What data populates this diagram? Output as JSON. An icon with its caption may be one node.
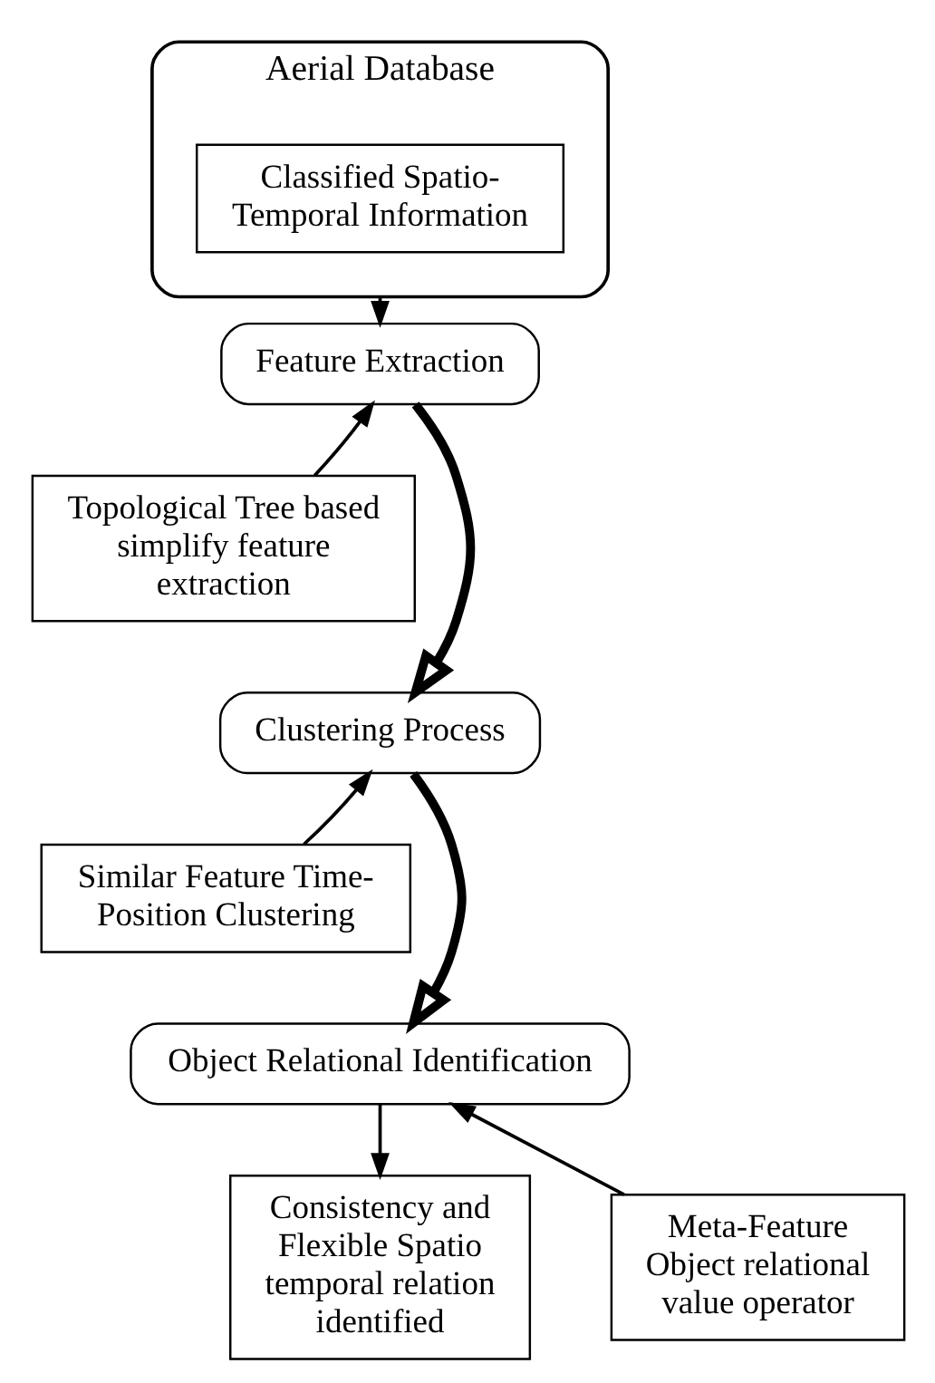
{
  "diagram": {
    "nodes": [
      {
        "text": [
          "Aerial Database"
        ]
      },
      {
        "text": [
          "Classified Spatio-Temporal Information"
        ],
        "in": 0
      },
      {
        "text": [
          "Feature Extraction"
        ]
      },
      {
        "text": [
          "Topological Tree based simplify feature extraction"
        ]
      },
      {
        "text": [
          "Clustering Process"
        ]
      },
      {
        "text": [
          "Similar Feature Time-Position Clustering"
        ]
      },
      {
        "text": [
          "Object Relational Identification"
        ]
      },
      {
        "text": [
          "Consistency and Flexible Spatio temporal relation identified"
        ]
      },
      {
        "text": [
          "Meta-Feature Object relational value operator"
        ]
      }
    ],
    "edges": [
      {
        "from": 0,
        "to": 2,
        "arrow": "to"
      },
      {
        "from": 3,
        "to": 2,
        "arrow": "to"
      },
      {
        "from": 2,
        "to": 4,
        "arrow": "to",
        "style": "thick"
      },
      {
        "from": 5,
        "to": 4,
        "arrow": "to"
      },
      {
        "from": 4,
        "to": 6,
        "arrow": "to",
        "style": "thick"
      },
      {
        "from": 6,
        "to": 7,
        "arrow": "to"
      },
      {
        "from": 8,
        "to": 6,
        "arrow": "to"
      }
    ]
  }
}
